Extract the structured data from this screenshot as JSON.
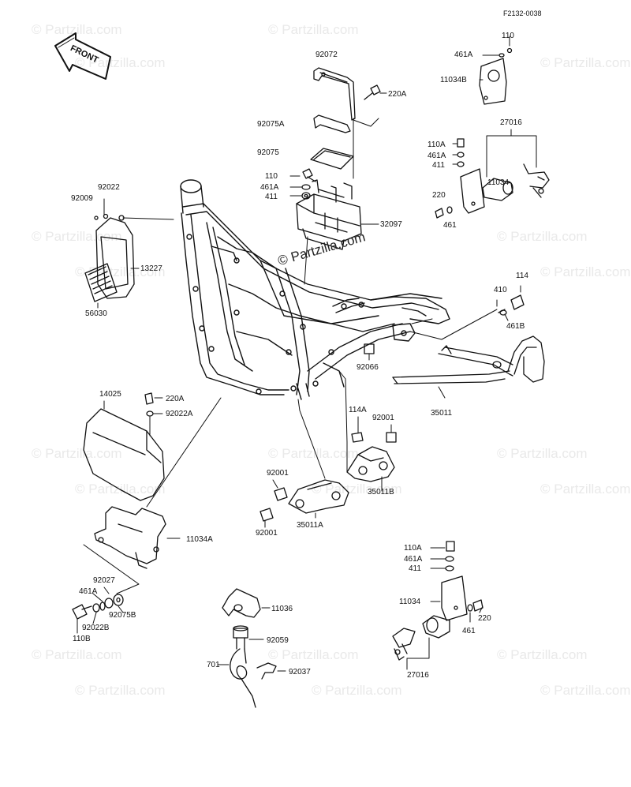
{
  "diagram_code": "F2132-0038",
  "front_label": "FRONT",
  "watermark": "© Partzilla.com",
  "watermark_faint": "© Partzilla.com",
  "part_labels": {
    "p110_top": "110",
    "p461A_top": "461A",
    "p11034B": "11034B",
    "p92072": "92072",
    "p220A_top": "220A",
    "p92075A": "92075A",
    "p92075": "92075",
    "p110_mid": "110",
    "p461A_mid": "461A",
    "p411_mid": "411",
    "p32097": "32097",
    "p27016_top": "27016",
    "p110A_top": "110A",
    "p461A_right": "461A",
    "p411_right": "411",
    "p220_right": "220",
    "p461_right": "461",
    "p11034_right": "11034",
    "p92022": "92022",
    "p92009": "92009",
    "p13227": "13227",
    "p56030": "56030",
    "p114": "114",
    "p410": "410",
    "p461B": "461B",
    "p92066": "92066",
    "p35011": "35011",
    "p14025": "14025",
    "p220A_left": "220A",
    "p92022A": "92022A",
    "p114A": "114A",
    "p92001_a": "92001",
    "p92001_b": "92001",
    "p92001_c": "92001",
    "p35011B": "35011B",
    "p35011A": "35011A",
    "p11034A": "11034A",
    "p92027": "92027",
    "p461A_low": "461A",
    "p92075B": "92075B",
    "p92022B": "92022B",
    "p110B": "110B",
    "p11036": "11036",
    "p92059": "92059",
    "p701": "701",
    "p92037": "92037",
    "p110A_low": "110A",
    "p461A_lowr": "461A",
    "p411_low": "411",
    "p11034_low": "11034",
    "p220_low": "220",
    "p461_low": "461",
    "p27016_low": "27016"
  }
}
